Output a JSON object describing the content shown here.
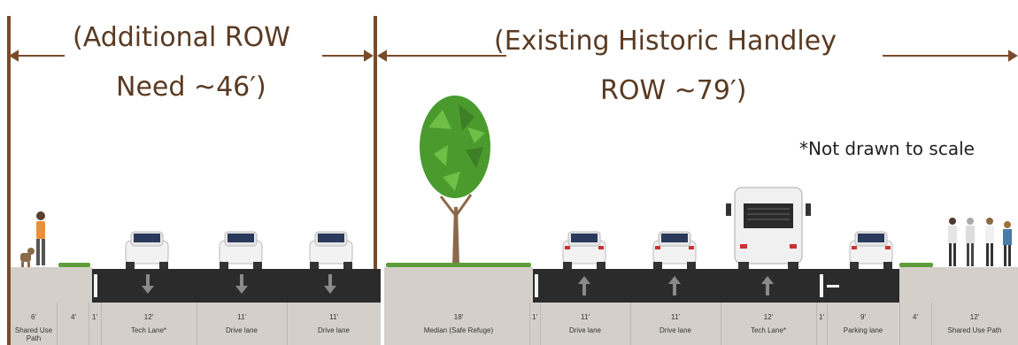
{
  "headings": {
    "left_line1": "(Additional ROW",
    "left_line2": "Need ~46′)",
    "right_line1": "(Existing Historic Handley",
    "right_line2": "ROW ~79′)",
    "note": "*Not drawn to scale"
  },
  "segments": [
    {
      "size": "6′",
      "name": "Shared Use Path"
    },
    {
      "size": "4′",
      "name": ""
    },
    {
      "size": "1′",
      "name": ""
    },
    {
      "size": "12′",
      "name": "Tech Lane*"
    },
    {
      "size": "11′",
      "name": "Drive lane"
    },
    {
      "size": "11′",
      "name": "Drive lane"
    },
    {
      "size": "18′",
      "name": "Median (Safe Refuge)"
    },
    {
      "size": "1′",
      "name": ""
    },
    {
      "size": "11′",
      "name": "Drive lane"
    },
    {
      "size": "11′",
      "name": "Drive lane"
    },
    {
      "size": "12′",
      "name": "Tech Lane*"
    },
    {
      "size": "1′",
      "name": ""
    },
    {
      "size": "9′",
      "name": "Parking lane"
    },
    {
      "size": "4′",
      "name": ""
    },
    {
      "size": "12′",
      "name": "Shared Use Path"
    }
  ],
  "icons": {
    "arrow_left": "arrow-left-icon",
    "arrow_right": "arrow-right-icon",
    "tree": "tree-icon",
    "car": "car-icon",
    "bus": "bus-icon",
    "pedestrian": "pedestrian-icon",
    "dog": "dog-icon",
    "lane_arrow_down": "arrow-down-icon",
    "lane_arrow_up": "arrow-up-icon"
  },
  "colors": {
    "heading": "#5a3a22",
    "pole": "#7a4a28",
    "road": "#2b2b2b",
    "ground": "#d4d0c9",
    "grass": "#5f9c3a",
    "tree": "#4a9a2e"
  }
}
